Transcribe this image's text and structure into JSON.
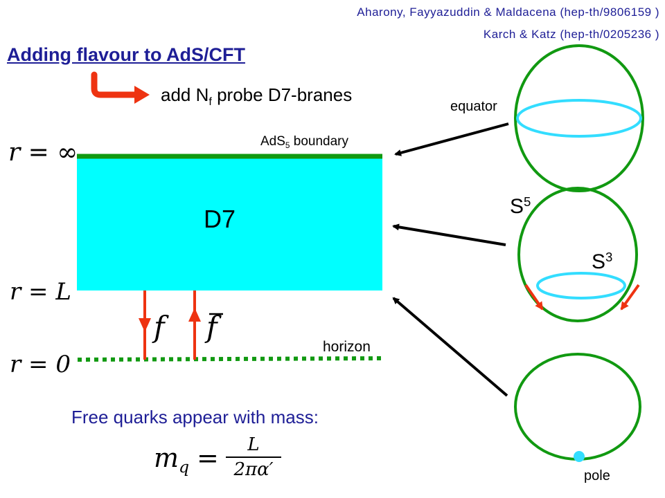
{
  "refs": {
    "line1": "Aharony, Fayyazuddin & Maldacena (hep-th/9806159 )",
    "line2": "Karch & Katz (hep-th/0205236 )"
  },
  "title": "Adding flavour to AdS/CFT",
  "probe": {
    "pre": "add N",
    "sub": "f",
    "post": " probe D7-branes"
  },
  "boundary": {
    "pre": "AdS",
    "sub": "5",
    "post": " boundary"
  },
  "d7_label": "D7",
  "horizon_label": "horizon",
  "r_labels": {
    "inf": "r = ∞",
    "L": "r = L",
    "zero": "r = 0"
  },
  "quark_labels": {
    "f": "f",
    "fbar": "f"
  },
  "free_quarks": "Free quarks appear with mass:",
  "mass_formula": {
    "lhs_m": "m",
    "lhs_sub": "q",
    "eq": "=",
    "num": "L",
    "den": "2πα′"
  },
  "sphere_labels": {
    "equator": "equator",
    "s5": "S",
    "s5_sup": "5",
    "s3": "S",
    "s3_sup": "3",
    "pole": "pole"
  },
  "colors": {
    "brane": "#00ffff",
    "green": "#119911",
    "cyan": "#33ddff",
    "arrow_red": "#ee3311",
    "text_blue": "#1e1e96"
  }
}
